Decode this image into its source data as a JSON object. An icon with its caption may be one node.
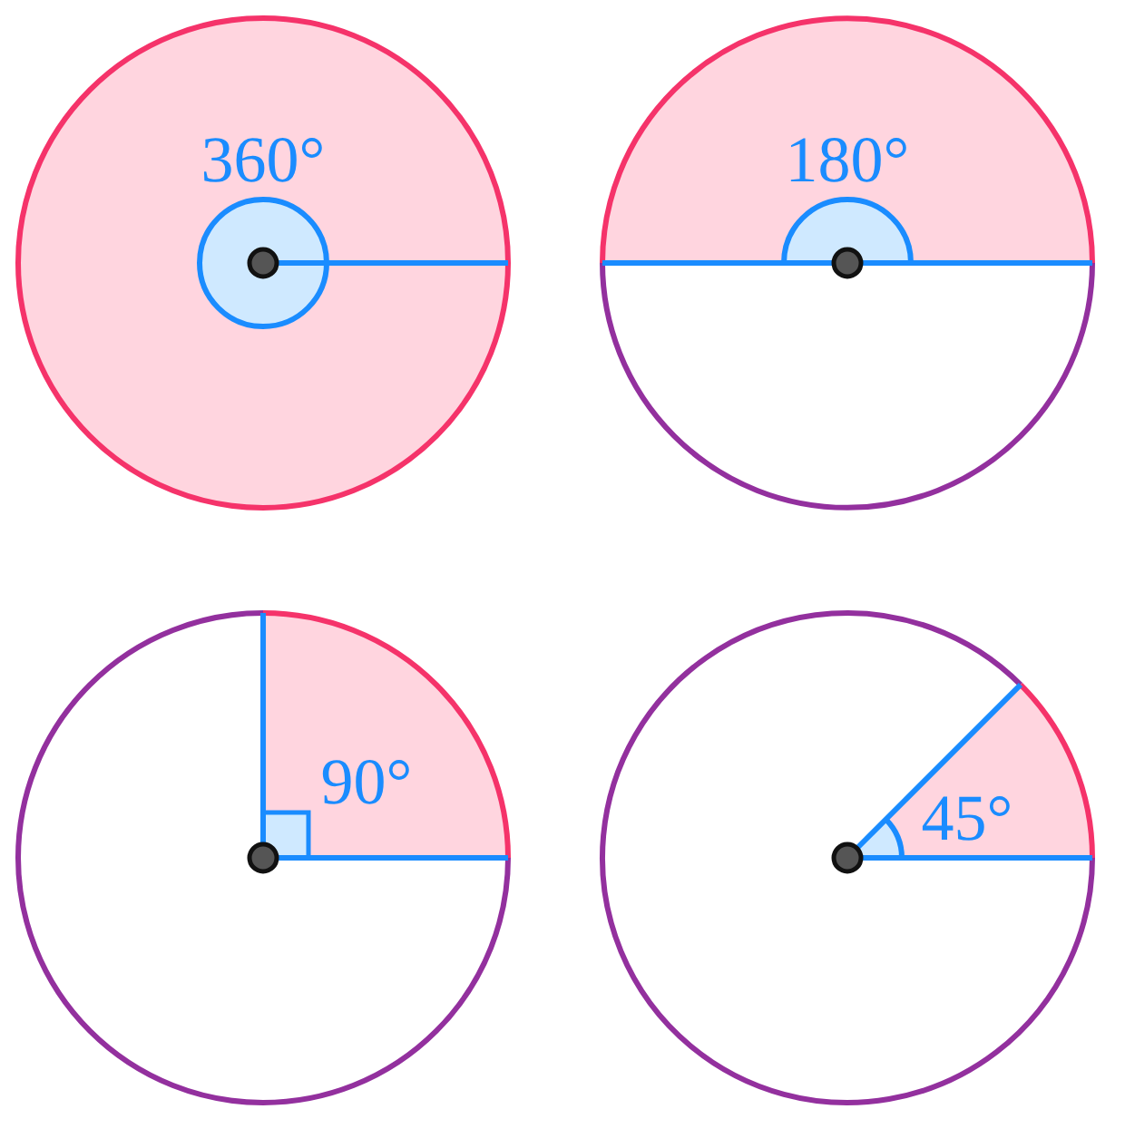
{
  "diagram": {
    "labels": [
      "360°",
      "180°",
      "90°",
      "45°"
    ]
  }
}
